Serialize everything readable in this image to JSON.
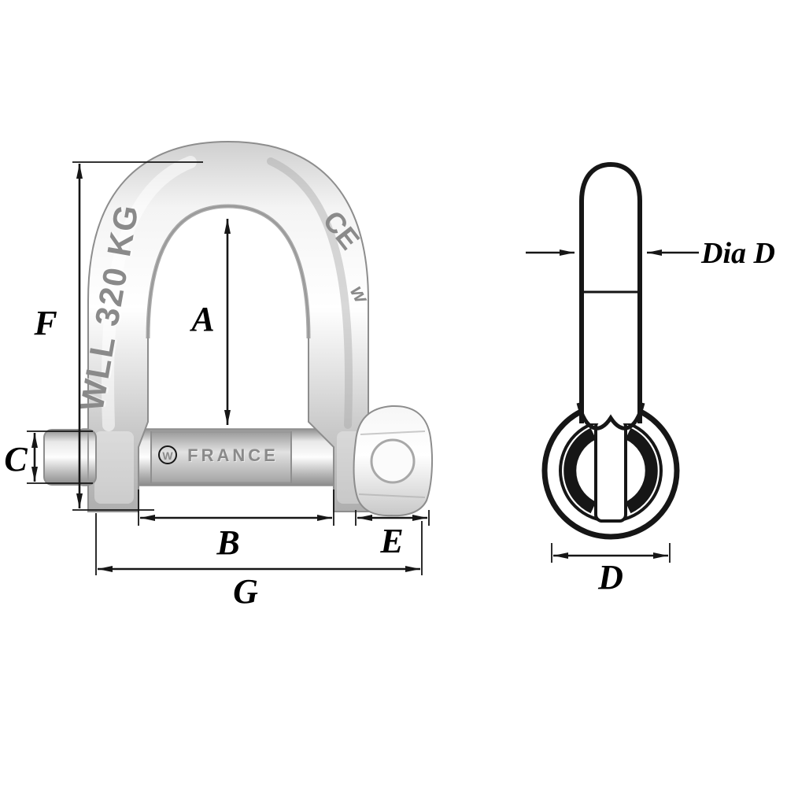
{
  "labels": {
    "F": "F",
    "A": "A",
    "C": "C",
    "B": "B",
    "E": "E",
    "G": "G",
    "dia_d": "Dia D",
    "D": "D"
  },
  "markings": {
    "wll": "WLL 320 KG",
    "ce": "CE",
    "wave_mark": "w",
    "pin_logo": "W",
    "pin_text": "FRANCE"
  },
  "colors": {
    "background": "#ffffff",
    "line": "#161616",
    "label": "#000000",
    "metal_light": "#ffffff",
    "metal_mid": "#cccccc",
    "metal_dark": "#8f8f8f",
    "engraving": "#8a8a8a"
  }
}
